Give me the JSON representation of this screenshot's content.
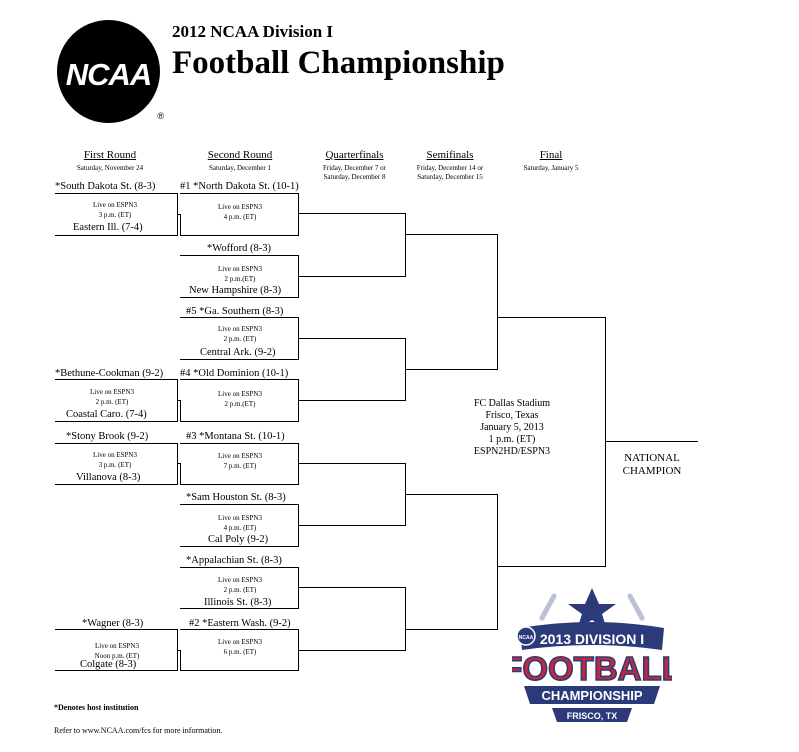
{
  "header": {
    "logo_text": "NCAA",
    "logo_reg": "®",
    "title_line1": "2012 NCAA Division I",
    "title_line2": "Football Championship"
  },
  "rounds": [
    {
      "name": "First Round",
      "date": "Saturday, November 24"
    },
    {
      "name": "Second Round",
      "date": "Saturday, December 1"
    },
    {
      "name": "Quarterfinals",
      "date": "Friday, December 7 or Saturday, December 8"
    },
    {
      "name": "Semifinals",
      "date": "Friday, December 14 or Saturday, December 15"
    },
    {
      "name": "Final",
      "date": "Saturday, January 5"
    }
  ],
  "first_round": [
    {
      "top": "*South Dakota St. (8-3)",
      "bottom": "Eastern Ill. (7-4)",
      "info1": "Live on ESPN3",
      "info2": "3 p.m. (ET)"
    },
    {
      "top": "*Bethune-Cookman (9-2)",
      "bottom": "Coastal Caro. (7-4)",
      "info1": "Live on ESPN3",
      "info2": "2 p.m. (ET)"
    },
    {
      "top": "*Stony Brook (9-2)",
      "bottom": "Villanova (8-3)",
      "info1": "Live on ESPN3",
      "info2": "3 p.m. (ET)"
    },
    {
      "top": "*Wagner (8-3)",
      "bottom": "Colgate (8-3)",
      "info1": "Live on ESPN3",
      "info2": "Noon p.m. (ET)"
    }
  ],
  "second_round": [
    {
      "top": "#1 *North Dakota St. (10-1)",
      "bottom": "",
      "info1": "Live on ESPN3",
      "info2": "4 p.m. (ET)"
    },
    {
      "top": "*Wofford (8-3)",
      "bottom": "New Hampshire (8-3)",
      "info1": "Live on ESPN3",
      "info2": "2 p.m.(ET)"
    },
    {
      "top": "#5 *Ga. Southern (8-3)",
      "bottom": "Central Ark. (9-2)",
      "info1": "Live on ESPN3",
      "info2": "2 p.m. (ET)"
    },
    {
      "top": "#4 *Old Dominion (10-1)",
      "bottom": "",
      "info1": "Live on ESPN3",
      "info2": "2 p.m.(ET)"
    },
    {
      "top": "#3 *Montana St. (10-1)",
      "bottom": "",
      "info1": "Live on ESPN3",
      "info2": "7 p.m. (ET)"
    },
    {
      "top": "*Sam Houston St. (8-3)",
      "bottom": "Cal Poly (9-2)",
      "info1": "Live on ESPN3",
      "info2": "4 p.m. (ET)"
    },
    {
      "top": "*Appalachian St. (8-3)",
      "bottom": "Illinois St. (8-3)",
      "info1": "Live on ESPN3",
      "info2": "2 p.m. (ET)"
    },
    {
      "top": "#2 *Eastern Wash. (9-2)",
      "bottom": "",
      "info1": "Live on ESPN3",
      "info2": "6 p.m. (ET)"
    }
  ],
  "final_info": [
    "FC Dallas Stadium",
    "Frisco, Texas",
    "January 5, 2013",
    "1 p.m. (ET)",
    "ESPN2HD/ESPN3"
  ],
  "champion": [
    "NATIONAL",
    "CHAMPION"
  ],
  "footer": {
    "host_note": "*Denotes host institution",
    "more_info": "Refer to www.NCAA.com/fcs for more information."
  },
  "event_logo": {
    "ncaa": "NCAA",
    "line1": "2013 DIVISION I",
    "line2": "FOOTBALL",
    "line3": "CHAMPIONSHIP",
    "line4": "FRISCO, TX"
  }
}
